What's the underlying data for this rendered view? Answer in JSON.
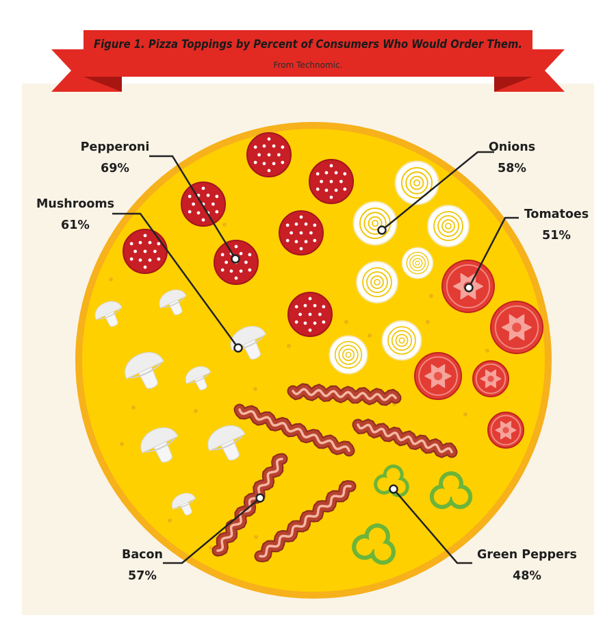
{
  "chart_data": {
    "type": "pictorial",
    "title": "Figure 1. Pizza Toppings by Percent of Consumers Who Would Order Them.",
    "subtitle": "From Technomic.",
    "categories": [
      "Pepperoni",
      "Mushrooms",
      "Onions",
      "Tomatoes",
      "Bacon",
      "Green Peppers"
    ],
    "values": [
      69,
      61,
      58,
      51,
      57,
      48
    ],
    "value_labels": [
      "69%",
      "61%",
      "58%",
      "51%",
      "57%",
      "48%"
    ],
    "unit": "%"
  },
  "colors": {
    "background": "#faf4e7",
    "crust": "#f6b11b",
    "cheese": "#ffd000",
    "ribbon": "#e22a23",
    "ribbon_dark": "#a81612",
    "pepperoni": "#c81e26",
    "tomato": "#e23c34",
    "pepper": "#6cb43a",
    "bacon": "#b8422f",
    "mushroom": "#eeeeee",
    "onion": "#ffffff",
    "leader": "#222222"
  }
}
